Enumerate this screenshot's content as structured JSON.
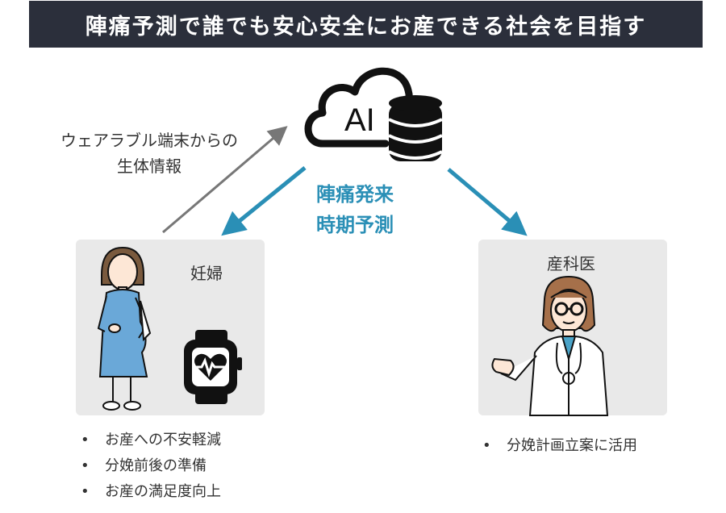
{
  "banner": {
    "title": "陣痛予測で誰でも安心安全にお産できる社会を目指す"
  },
  "cloud": {
    "label": "AI"
  },
  "wearable": {
    "line1": "ウェアラブル端末からの",
    "line2": "生体情報"
  },
  "prediction": {
    "line1": "陣痛発来",
    "line2": "時期予測"
  },
  "pregnant": {
    "title": "妊婦",
    "benefits": [
      "お産への不安軽減",
      "分娩前後の準備",
      "お産の満足度向上"
    ]
  },
  "obstetrician": {
    "title": "産科医",
    "benefits": [
      "分娩計画立案に活用"
    ]
  },
  "colors": {
    "banner_bg": "#2b2f3b",
    "accent": "#2a8fb6",
    "gray_arrow": "#777777",
    "panel_bg": "#e9e9e9"
  }
}
